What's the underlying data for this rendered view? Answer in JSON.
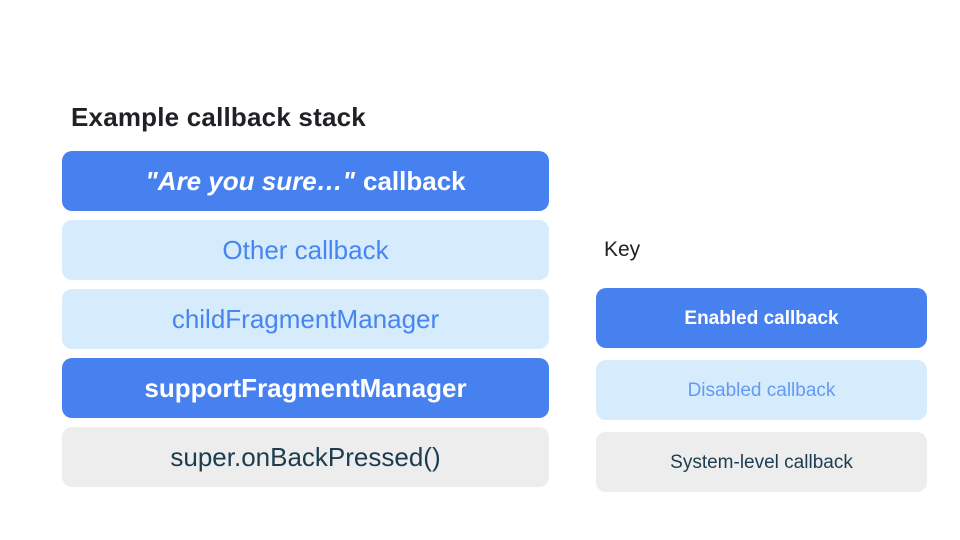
{
  "stack": {
    "title": "Example callback stack",
    "items": [
      {
        "type": "enabled",
        "label_italic": "\"Are you sure…\"",
        "label_rest": "callback"
      },
      {
        "type": "disabled",
        "label": "Other callback"
      },
      {
        "type": "disabled",
        "label": "childFragmentManager"
      },
      {
        "type": "enabled",
        "label": "supportFragmentManager"
      },
      {
        "type": "system",
        "label": "super.onBackPressed()"
      }
    ]
  },
  "key": {
    "title": "Key",
    "items": [
      {
        "type": "enabled",
        "label": "Enabled callback"
      },
      {
        "type": "disabled",
        "label": "Disabled callback"
      },
      {
        "type": "system",
        "label": "System-level callback"
      }
    ]
  },
  "colors": {
    "enabled_bg": "#4781F0",
    "enabled_text": "#FFFFFF",
    "disabled_bg": "#D6EBFB",
    "stack_disabled_text": "#4785F1",
    "key_disabled_text": "#639AF4",
    "system_bg": "#EDEDED",
    "system_text": "#1D3C50",
    "title_text": "#202124"
  }
}
